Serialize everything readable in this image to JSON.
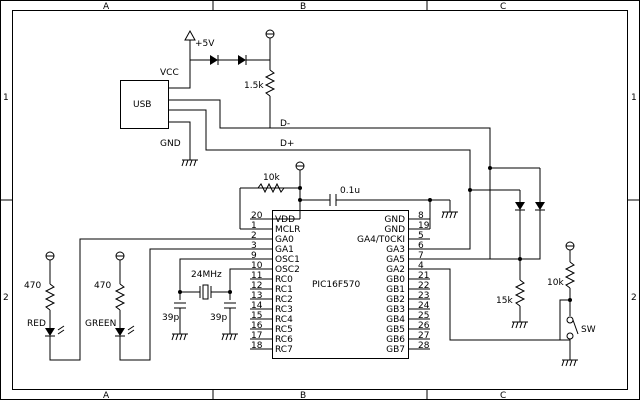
{
  "frame": {
    "columns": [
      "A",
      "B",
      "C"
    ],
    "rows": [
      "1",
      "2"
    ]
  },
  "usb": {
    "label": "USB",
    "vcc": "VCC",
    "gnd": "GND",
    "dminus": "D-",
    "dplus": "D+",
    "supply": "+5V"
  },
  "parts": {
    "r_pullup": "1.5k",
    "r_mclr": "10k",
    "c_bypass": "0.1u",
    "crystal": "24MHz",
    "c_osc1": "39p",
    "c_osc2": "39p",
    "r_red": "470",
    "r_green": "470",
    "led_red": "RED",
    "led_green": "GREEN",
    "r_pulldown": "15k",
    "r_sw": "10k",
    "switch": "SW"
  },
  "chip": {
    "name": "PIC16F570",
    "left_pins": [
      {
        "num": "20",
        "name": "VDD"
      },
      {
        "num": "1",
        "name": "MCLR"
      },
      {
        "num": "2",
        "name": "GA0"
      },
      {
        "num": "3",
        "name": "GA1"
      },
      {
        "num": "9",
        "name": "OSC1"
      },
      {
        "num": "10",
        "name": "OSC2"
      },
      {
        "num": "11",
        "name": "RC0"
      },
      {
        "num": "12",
        "name": "RC1"
      },
      {
        "num": "13",
        "name": "RC2"
      },
      {
        "num": "14",
        "name": "RC3"
      },
      {
        "num": "15",
        "name": "RC4"
      },
      {
        "num": "16",
        "name": "RC5"
      },
      {
        "num": "17",
        "name": "RC6"
      },
      {
        "num": "18",
        "name": "RC7"
      }
    ],
    "right_pins": [
      {
        "num": "8",
        "name": "GND"
      },
      {
        "num": "19",
        "name": "GND"
      },
      {
        "num": "5",
        "name": "GA4/T0CKI"
      },
      {
        "num": "6",
        "name": "GA3"
      },
      {
        "num": "7",
        "name": "GA5"
      },
      {
        "num": "4",
        "name": "GA2"
      },
      {
        "num": "21",
        "name": "GB0"
      },
      {
        "num": "22",
        "name": "GB1"
      },
      {
        "num": "23",
        "name": "GB2"
      },
      {
        "num": "24",
        "name": "GB3"
      },
      {
        "num": "25",
        "name": "GB4"
      },
      {
        "num": "26",
        "name": "GB5"
      },
      {
        "num": "27",
        "name": "GB6"
      },
      {
        "num": "28",
        "name": "GB7"
      }
    ]
  }
}
